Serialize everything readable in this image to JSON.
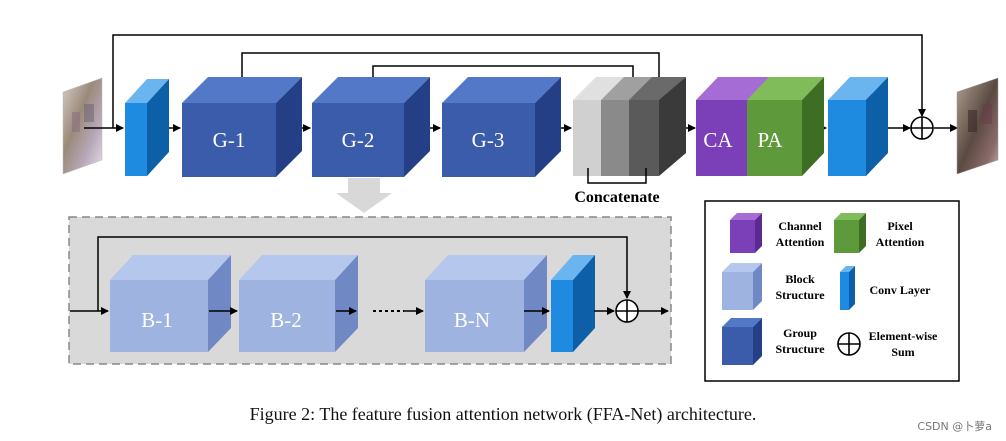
{
  "top": {
    "groups": [
      "G-1",
      "G-2",
      "G-3"
    ],
    "concat_label": "Concatenate",
    "ca_label": "CA",
    "pa_label": "PA"
  },
  "group_detail": {
    "blocks": [
      "B-1",
      "B-2",
      "B-N"
    ]
  },
  "legend": {
    "items": [
      {
        "label_line1": "Channel",
        "label_line2": "Attention",
        "icon": "channel-attention-swatch",
        "color": "#7B3FB8"
      },
      {
        "label_line1": "Pixel",
        "label_line2": "Attention",
        "icon": "pixel-attention-swatch",
        "color": "#5E9A3C"
      },
      {
        "label_line1": "Block",
        "label_line2": "Structure",
        "icon": "block-structure-swatch",
        "color": "#9EB3E0"
      },
      {
        "label_line1": "Conv Layer",
        "label_line2": "",
        "icon": "conv-layer-swatch",
        "color": "#1E8AE0"
      },
      {
        "label_line1": "Group",
        "label_line2": "Structure",
        "icon": "group-structure-swatch",
        "color": "#3F5FAF"
      },
      {
        "label_line1": "Element-wise",
        "label_line2": "Sum",
        "icon": "element-wise-sum-icon",
        "color": "#000000"
      }
    ]
  },
  "caption": "Figure 2: The feature fusion attention network (FFA-Net) architecture.",
  "watermark": "CSDN @卜萝a"
}
